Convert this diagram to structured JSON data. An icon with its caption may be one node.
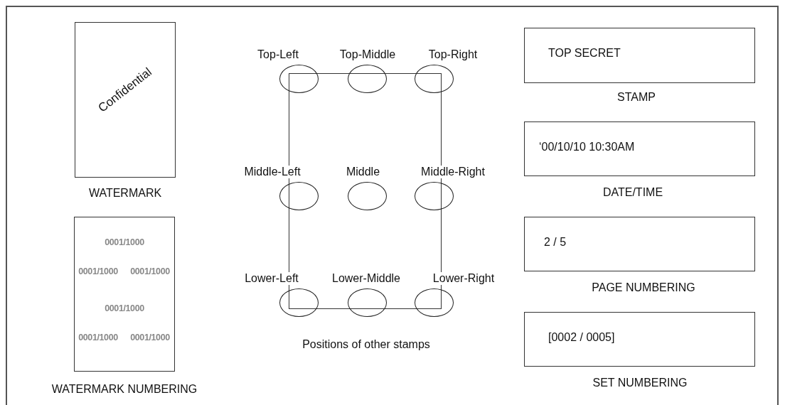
{
  "diagram": {
    "nodes": [
      {
        "text": [
          "Confidential"
        ],
        "beside": [
          "WATERMARK"
        ]
      },
      {
        "text": [
          "0001/1000",
          "0001/1000",
          "0001/1000",
          "0001/1000",
          "0001/1000",
          "0001/1000"
        ],
        "beside": [
          "WATERMARK NUMBERING"
        ]
      },
      {
        "text": [],
        "shape": "box",
        "beside": [
          "Positions of other stamps"
        ]
      },
      {
        "text": [
          "Top-Left"
        ]
      },
      {
        "text": [
          "Top-Middle"
        ]
      },
      {
        "text": [
          "Top-Right"
        ]
      },
      {
        "text": [
          "Middle-Left"
        ]
      },
      {
        "text": [
          "Middle"
        ],
        "in": 2
      },
      {
        "text": [
          "Middle-Right"
        ]
      },
      {
        "text": [
          "Lower-Left"
        ]
      },
      {
        "text": [
          "Lower-Middle"
        ]
      },
      {
        "text": [
          "Lower-Right"
        ]
      },
      {
        "text": [
          "TOP SECRET"
        ],
        "beside": [
          "STAMP"
        ]
      },
      {
        "text": [
          "‘00/10/10 10:30AM"
        ],
        "beside": [
          "DATE/TIME"
        ]
      },
      {
        "text": [
          "2 / 5"
        ],
        "beside": [
          "PAGE NUMBERING"
        ]
      },
      {
        "text": [
          "[0002 / 0005]"
        ],
        "beside": [
          "SET NUMBERING"
        ]
      }
    ]
  }
}
